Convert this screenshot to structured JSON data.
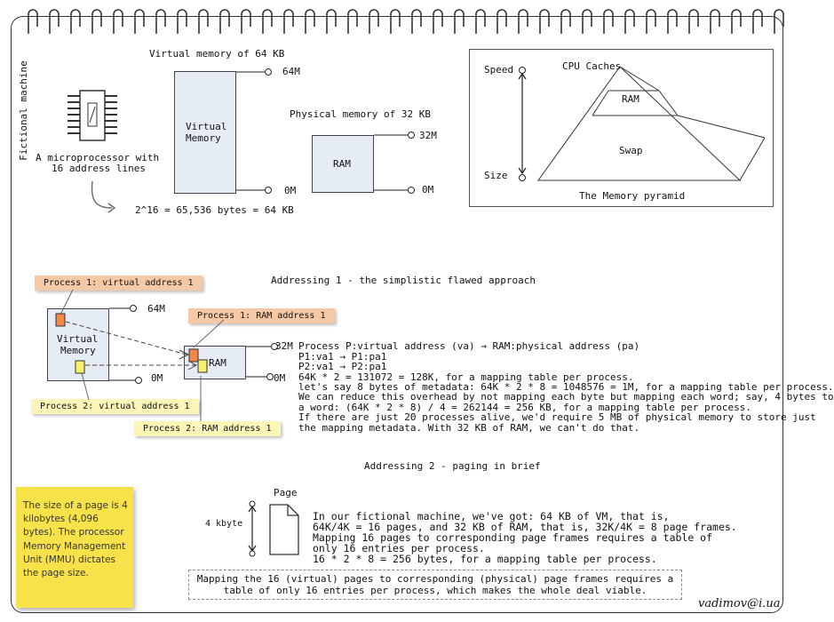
{
  "side_label": "Fictional machine",
  "processor": {
    "caption_line1": "A microprocessor with",
    "caption_line2": "16 address lines",
    "formula": "2^16 = 65,536 bytes = 64 KB"
  },
  "virtual_memory": {
    "title": "Virtual memory of 64 KB",
    "box_label_line1": "Virtual",
    "box_label_line2": "Memory",
    "top": "64M",
    "bottom": "0M"
  },
  "physical_memory": {
    "title": "Physical memory of 32 KB",
    "box_label": "RAM",
    "top": "32M",
    "bottom": "0M"
  },
  "pyramid": {
    "speed": "Speed",
    "size": "Size",
    "cpu_caches": "CPU Caches",
    "ram": "RAM",
    "swap": "Swap",
    "caption": "The Memory pyramid"
  },
  "addressing1": {
    "heading": "Addressing 1 - the simplistic flawed approach",
    "tag_p1_virtual": "Process 1: virtual address 1",
    "tag_p1_ram": "Process 1: RAM address 1",
    "tag_p2_virtual": "Process 2: virtual address 1",
    "tag_p2_ram": "Process 2: RAM address 1",
    "vm_line1": "Virtual",
    "vm_line2": "Memory",
    "vm_top": "64M",
    "vm_bottom": "0M",
    "ram_label": "RAM",
    "ram_top": "32M",
    "ram_bottom": "0M",
    "text_lines": [
      "Process P:virtual address (va) → RAM:physical address (pa)",
      "P1:va1 → P1:pa1",
      "P2:va1 → P2:pa1",
      "64K * 2 = 131072 = 128K, for a mapping table per process.",
      "let's say 8 bytes of metadata: 64K * 2 * 8 = 1048576 = 1M, for a mapping table per process.",
      "We can reduce this overhead by not mapping each byte but mapping each word; say, 4 bytes to",
      "a word: (64K * 2 * 8) / 4 = 262144 = 256 KB, for a mapping table per process.",
      "If there are just 20 processes alive, we'd require 5 MB of physical memory to store just",
      "the mapping metadata. With 32 KB of RAM, we can't do that."
    ]
  },
  "addressing2": {
    "heading": "Addressing 2 - paging in brief",
    "page_label": "Page",
    "page_size": "4 kbyte",
    "text_lines": [
      "In our fictional machine, we've got: 64 KB of VM, that is,",
      "64K/4K = 16 pages, and 32 KB of RAM, that is, 32K/4K = 8 page frames.",
      "Mapping 16 pages to corresponding page frames requires a table of",
      "only 16 entries per process.",
      "16 * 2 * 8 = 256 bytes, for a mapping table per process."
    ],
    "summary_line1": "Mapping the 16 (virtual) pages to corresponding (physical) page frames requires a",
    "summary_line2": "table of only 16 entries per process, which makes the whole deal viable."
  },
  "note": "The size of a page is 4 kilobytes (4,096 bytes). The processor Memory Management Unit (MMU) dictates the page size.",
  "signature": "vadimov@i.ua"
}
